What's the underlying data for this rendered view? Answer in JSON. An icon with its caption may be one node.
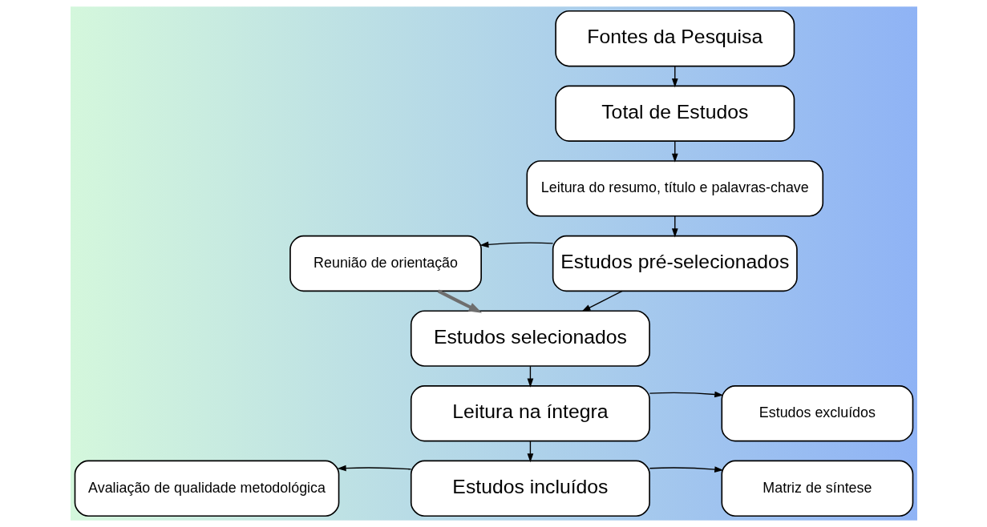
{
  "diagram": {
    "nodes": [
      {
        "text": [
          "Fontes da Pesquisa"
        ]
      },
      {
        "text": [
          "Total de Estudos"
        ]
      },
      {
        "text": [
          "Leitura do resumo, título e palavras-chave"
        ]
      },
      {
        "text": [
          "Reunião de orientação"
        ]
      },
      {
        "text": [
          "Estudos pré-selecionados"
        ]
      },
      {
        "text": [
          "Estudos selecionados"
        ]
      },
      {
        "text": [
          "Leitura na íntegra"
        ]
      },
      {
        "text": [
          "Estudos excluídos"
        ]
      },
      {
        "text": [
          "Avaliação de qualidade metodológica"
        ]
      },
      {
        "text": [
          "Estudos incluídos"
        ]
      },
      {
        "text": [
          "Matriz de síntese"
        ]
      }
    ],
    "edges": [
      {
        "from": 0,
        "to": 1,
        "arrow": "to"
      },
      {
        "from": 1,
        "to": 2,
        "arrow": "to"
      },
      {
        "from": 2,
        "to": 4,
        "arrow": "to"
      },
      {
        "from": 4,
        "to": 3,
        "arrow": "to"
      },
      {
        "from": 3,
        "to": 5,
        "arrow": "to",
        "style": "thick",
        "color": "#6e6e6e"
      },
      {
        "from": 4,
        "to": 5,
        "arrow": "to"
      },
      {
        "from": 5,
        "to": 6,
        "arrow": "to"
      },
      {
        "from": 6,
        "to": 7,
        "arrow": "to"
      },
      {
        "from": 6,
        "to": 9,
        "arrow": "to"
      },
      {
        "from": 9,
        "to": 8,
        "arrow": "to"
      },
      {
        "from": 9,
        "to": 10,
        "arrow": "to"
      }
    ]
  }
}
